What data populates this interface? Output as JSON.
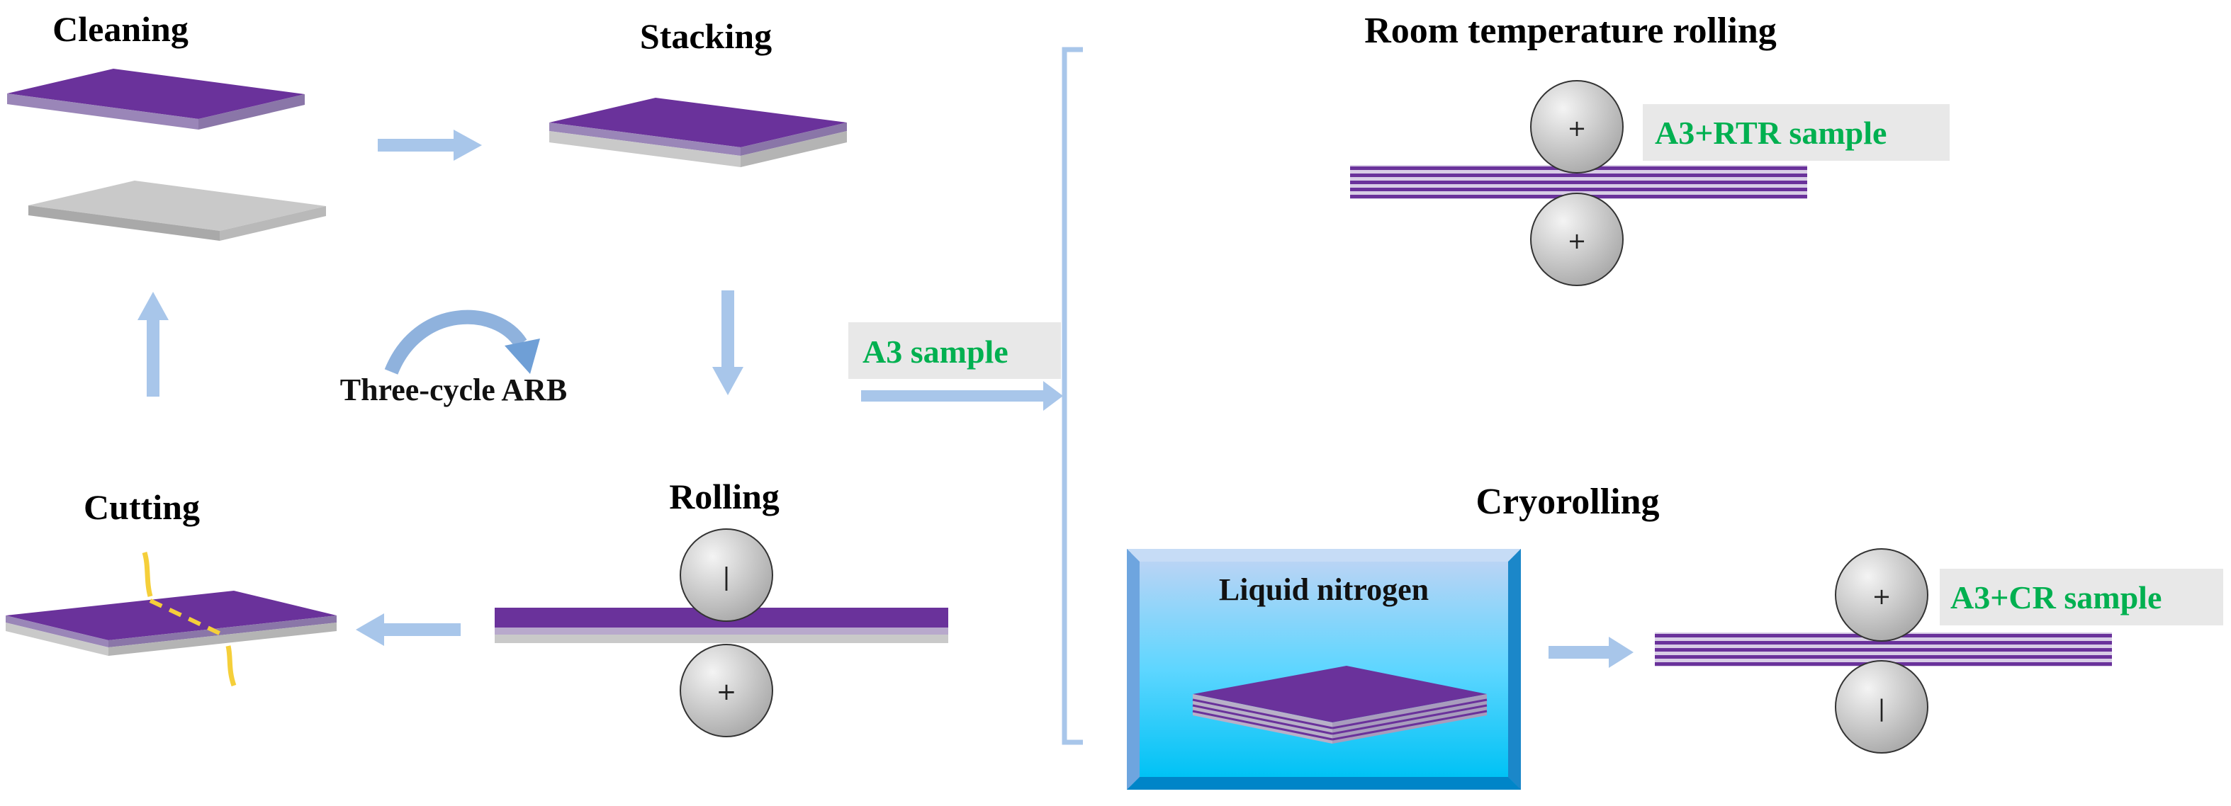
{
  "steps": {
    "cleaning": "Cleaning",
    "stacking": "Stacking",
    "cutting": "Cutting",
    "rolling": "Rolling",
    "cycle": "Three-cycle ARB"
  },
  "samples": {
    "a3": "A3 sample",
    "a3_rtr": "A3+RTR sample",
    "a3_cr": "A3+CR sample"
  },
  "routes": {
    "room_temperature": "Room temperature rolling",
    "cryo": "Cryorolling",
    "medium": "Liquid nitrogen"
  },
  "roll_marks": {
    "plus": "+",
    "bar": "|"
  },
  "colors": {
    "purple": "#6a329b",
    "purple_side": "#9a86b8",
    "gray": "#c9c9c9",
    "arrow": "#a8c6ea",
    "bracket": "#a8c6ea",
    "sample_text": "#00b050",
    "label_bg": "#e8e8e8",
    "yellow": "#f5cf3a"
  }
}
